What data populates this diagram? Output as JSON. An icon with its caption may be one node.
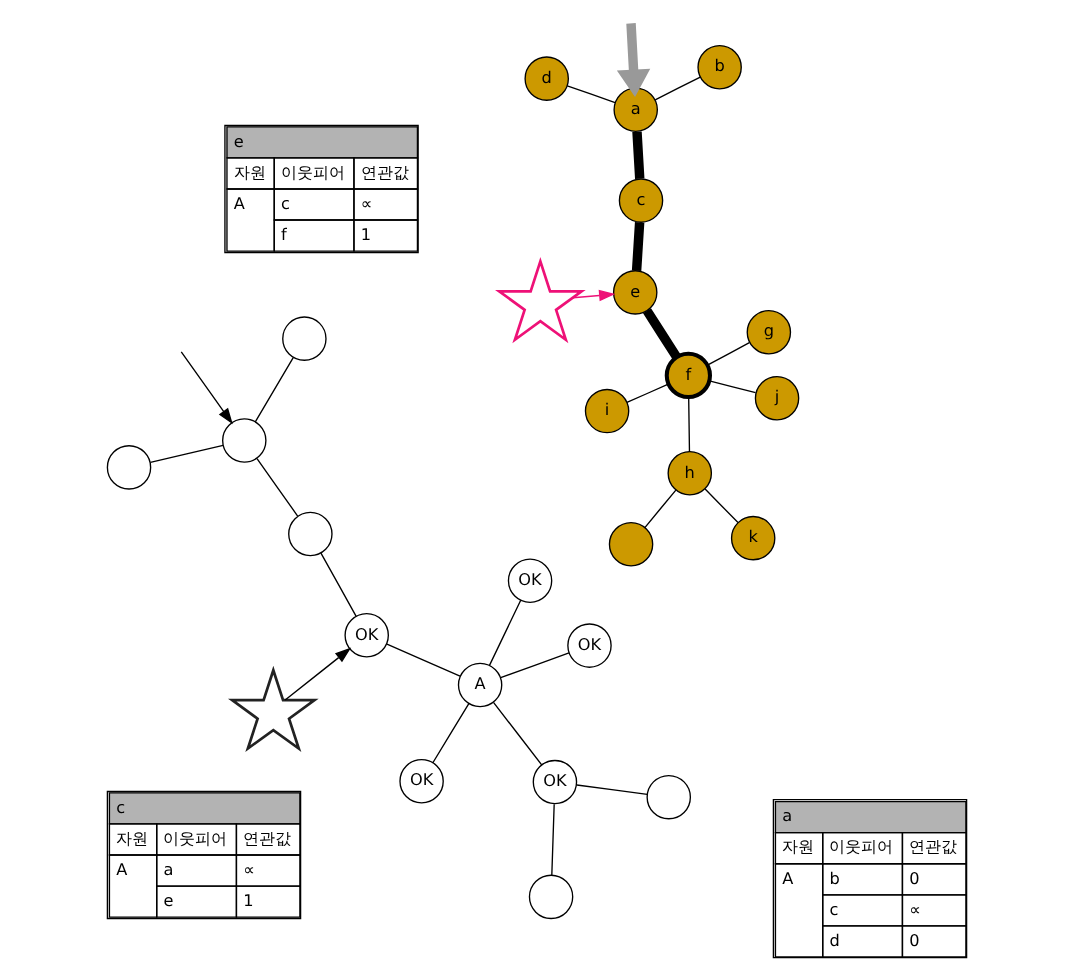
{
  "diagram": {
    "nodes": [
      {
        "text": [
          "c",
          "자원",
          "이웃피어",
          "연관값",
          "A",
          "a",
          "∝",
          "e",
          "1"
        ]
      },
      {
        "text": [
          "a"
        ]
      },
      {
        "text": [
          "b"
        ]
      },
      {
        "text": [
          "a",
          "자원",
          "이웃피어",
          "연관값",
          "A",
          "b",
          "0",
          "c",
          "∝",
          "d",
          "0"
        ]
      },
      {
        "text": [
          "c"
        ]
      },
      {
        "text": [
          "g"
        ]
      },
      {
        "text": [
          "e"
        ]
      },
      {
        "text": [
          "d"
        ]
      },
      {
        "text": [],
        "shape": "circle"
      },
      {
        "text": [
          "f"
        ]
      },
      {
        "text": [],
        "shape": "cloud"
      },
      {
        "text": [
          "h"
        ]
      },
      {
        "text": [
          "k"
        ]
      },
      {
        "text": [],
        "shape": "circle"
      },
      {
        "text": [],
        "shape": "circle"
      },
      {
        "text": [
          "i"
        ]
      },
      {
        "text": [
          "j"
        ]
      },
      {
        "text": [],
        "shape": "circle"
      },
      {
        "text": [
          "OK"
        ]
      },
      {
        "text": [],
        "shape": "circle"
      },
      {
        "text": [],
        "shape": "circle"
      },
      {
        "text": [
          "OK"
        ]
      },
      {
        "text": [],
        "shape": "cloud"
      },
      {
        "text": [
          "A"
        ]
      },
      {
        "text": [
          "OK"
        ]
      },
      {
        "text": [],
        "shape": "circle"
      },
      {
        "text": [
          "e",
          "자원",
          "이웃피어",
          "연관값",
          "A",
          "c",
          "∝",
          "f",
          "1"
        ]
      },
      {
        "text": [
          "OK"
        ]
      },
      {
        "text": [
          "OK"
        ]
      }
    ],
    "edges": [
      {
        "from": 1,
        "to": 2,
        "arrow": "none"
      },
      {
        "from": 1,
        "to": 4,
        "arrow": "none",
        "style": "thick"
      },
      {
        "from": 1,
        "to": 7,
        "arrow": "none"
      },
      {
        "from": 4,
        "to": 6,
        "arrow": "none",
        "style": "thick"
      },
      {
        "from": 6,
        "to": 9,
        "arrow": "none",
        "style": "thick"
      },
      {
        "from": 9,
        "to": 5,
        "arrow": "none"
      },
      {
        "from": 9,
        "to": 11,
        "arrow": "none"
      },
      {
        "from": 9,
        "to": 15,
        "arrow": "none"
      },
      {
        "from": 9,
        "to": 16,
        "arrow": "none"
      },
      {
        "from": 11,
        "to": 8,
        "arrow": "none"
      },
      {
        "from": 11,
        "to": 12,
        "arrow": "none"
      },
      {
        "from": null,
        "to": 1,
        "arrow": "to",
        "style": "thick",
        "color": "#999999"
      },
      {
        "from": 10,
        "to": 6,
        "arrow": "to",
        "color": "#ee1177"
      },
      {
        "from": 13,
        "to": 14,
        "arrow": "none"
      },
      {
        "from": 13,
        "to": 20,
        "arrow": "none"
      },
      {
        "from": 13,
        "to": 17,
        "arrow": "none"
      },
      {
        "from": 17,
        "to": 21,
        "arrow": "none"
      },
      {
        "from": 21,
        "to": 23,
        "arrow": "none"
      },
      {
        "from": 23,
        "to": 18,
        "arrow": "none"
      },
      {
        "from": 23,
        "to": 24,
        "arrow": "none"
      },
      {
        "from": 24,
        "to": 19,
        "arrow": "none"
      },
      {
        "from": 24,
        "to": 25,
        "arrow": "none"
      },
      {
        "from": 23,
        "to": 27,
        "arrow": "none"
      },
      {
        "from": 23,
        "to": 28,
        "arrow": "none"
      },
      {
        "from": null,
        "to": 13,
        "arrow": "to"
      },
      {
        "from": 22,
        "to": 21,
        "arrow": "to"
      }
    ]
  }
}
